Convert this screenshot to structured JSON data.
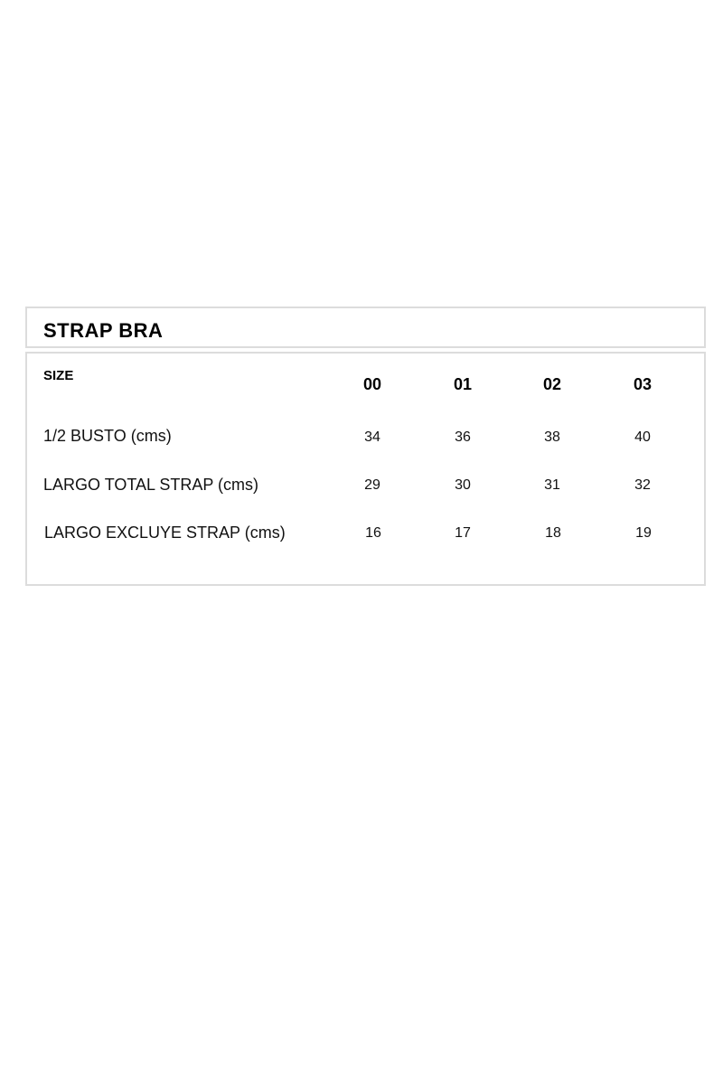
{
  "title": "STRAP BRA",
  "table": {
    "size_label": "SIZE",
    "columns": [
      "00",
      "01",
      "02",
      "03"
    ],
    "rows": [
      {
        "label": "1/2 BUSTO (cms)",
        "values": [
          "34",
          "36",
          "38",
          "40"
        ]
      },
      {
        "label": "LARGO TOTAL STRAP (cms)",
        "values": [
          "29",
          "30",
          "31",
          "32"
        ]
      },
      {
        "label": "LARGO EXCLUYE STRAP (cms)",
        "values": [
          "16",
          "17",
          "18",
          "19"
        ]
      }
    ]
  },
  "colors": {
    "border": "#dcdcdc",
    "text": "#111111",
    "background": "#ffffff"
  }
}
